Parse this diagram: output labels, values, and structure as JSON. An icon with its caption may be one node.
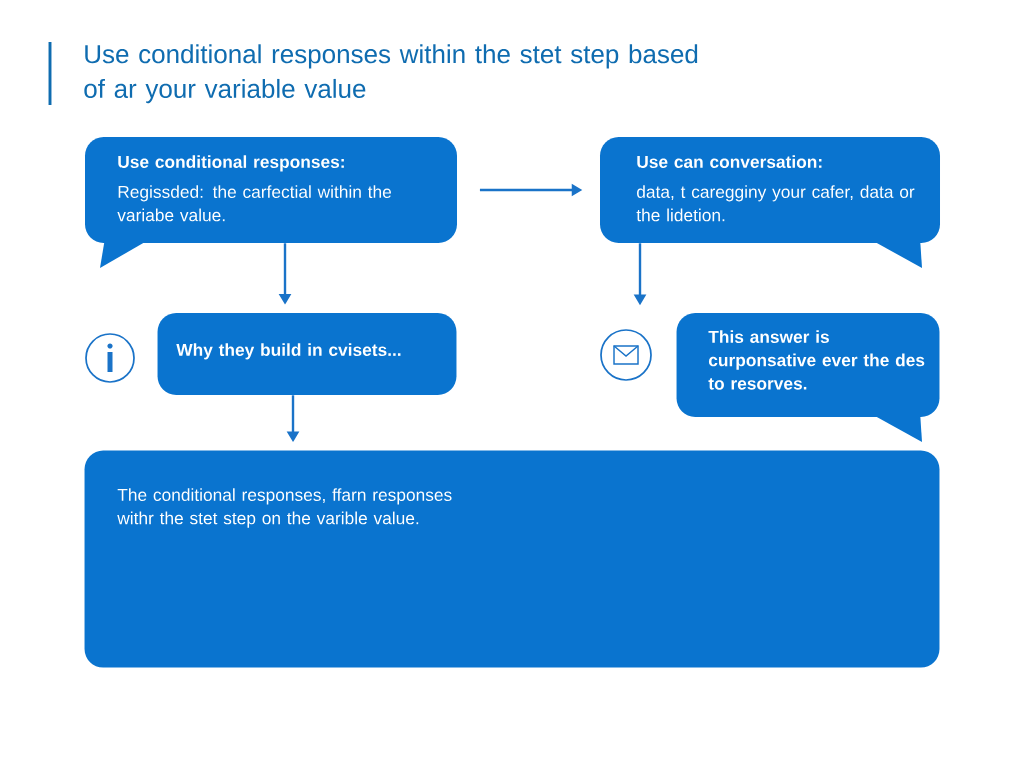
{
  "diagram": {
    "title": "Use conditional responses within the stet step based of ar your variable value",
    "nodes": [
      {
        "text": [
          "Use conditional responses:",
          "Regissded: the carfectial within the variabe value."
        ]
      },
      {
        "text": [
          "Use can conversation:",
          "data, t caregginy your cafer, data or the lidetion."
        ]
      },
      {
        "text": [
          "Why they build in cvisets..."
        ]
      },
      {
        "text": [
          "This answer is curponsative ever the des to resorves."
        ]
      },
      {
        "text": [
          "The conditional responses, ffarn responses withr the stet step on the varible value."
        ]
      }
    ],
    "edges": [
      {
        "from": 0,
        "to": 1,
        "arrow": "to"
      },
      {
        "from": 0,
        "to": 2,
        "arrow": "to"
      },
      {
        "from": 1,
        "to": null,
        "arrow": "to"
      },
      {
        "from": 2,
        "to": 4,
        "arrow": "to"
      }
    ]
  }
}
